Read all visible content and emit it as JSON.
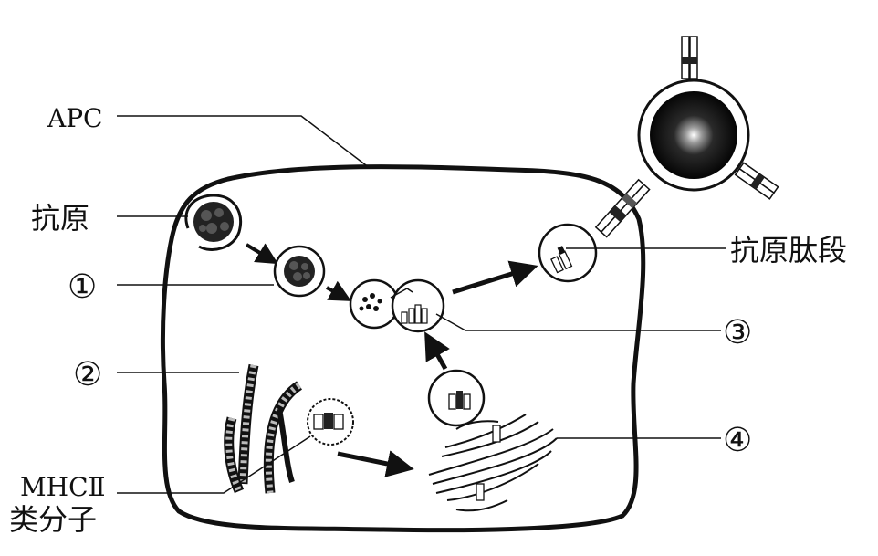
{
  "labels": {
    "apc": "APC",
    "antigen": "抗原",
    "circle_1": "①",
    "circle_2": "②",
    "circle_3": "③",
    "circle_4": "④",
    "antigen_peptide": "抗原肽段",
    "mhc_line1": "MHCⅡ",
    "mhc_line2": "类分子"
  }
}
